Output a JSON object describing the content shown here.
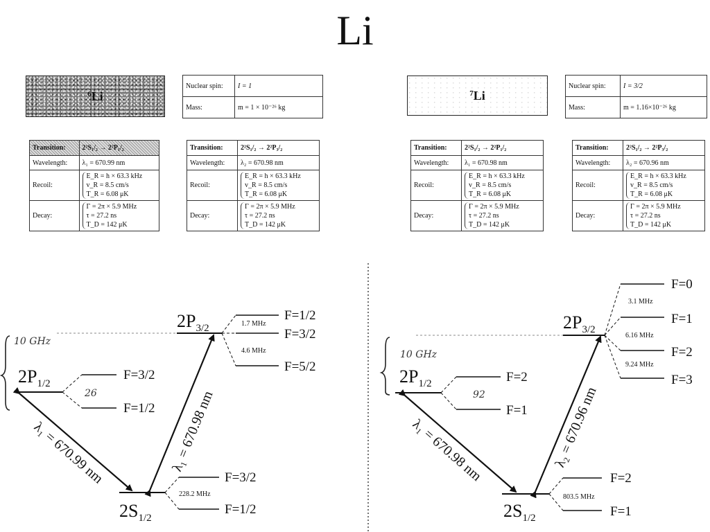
{
  "title": "Li",
  "isotopes": [
    {
      "label_mass": "6",
      "label_symbol": "Li",
      "nuclear_spin_label": "Nuclear spin:",
      "nuclear_spin_value": "I = 1",
      "mass_label": "Mass:",
      "mass_value": "m = 1 × 10⁻²⁶ kg",
      "transitions": [
        {
          "header_label": "Transition:",
          "header_value": "2²S₁/₂ → 2²P₁/₂",
          "wavelength_label": "Wavelength:",
          "wavelength_value": "λ₁ = 670.99 nm",
          "recoil_label": "Recoil:",
          "recoil_lines": [
            "E_R = h × 63.3 kHz",
            "v_R = 8.5 cm/s",
            "T_R = 6.08 μK"
          ],
          "decay_label": "Decay:",
          "decay_lines": [
            "Γ = 2π × 5.9 MHz",
            "τ = 27.2 ns",
            "T_D = 142 μK"
          ]
        },
        {
          "header_label": "Transition:",
          "header_value": "2²S₁/₂ → 2²P₃/₂",
          "wavelength_label": "Wavelength:",
          "wavelength_value": "λ₂ = 670.98 nm",
          "recoil_label": "Recoil:",
          "recoil_lines": [
            "E_R = h × 63.3 kHz",
            "v_R = 8.5 cm/s",
            "T_R = 6.08 μK"
          ],
          "decay_label": "Decay:",
          "decay_lines": [
            "Γ = 2π × 5.9 MHz",
            "τ = 27.2 ns",
            "T_D = 142 μK"
          ]
        }
      ],
      "diagram": {
        "p32_main": "2P",
        "p32_sub": "3/2",
        "p12_main": "2P",
        "p12_sub": "1/2",
        "s12_main": "2S",
        "s12_sub": "1/2",
        "p32_levels": [
          "F=1/2",
          "F=3/2",
          "F=5/2"
        ],
        "p32_splittings": [
          "1.7 MHz",
          "4.6 MHz"
        ],
        "p12_levels": [
          "F=3/2",
          "F=1/2"
        ],
        "p12_note": "26",
        "s12_levels": [
          "F=3/2",
          "F=1/2"
        ],
        "s12_splitting": "228.2 MHz",
        "handwritten_gap": "10 GHz",
        "wavelength_left": "λ₁ = 670.99 nm",
        "wavelength_right": "λ₁ = 670.98 nm"
      }
    },
    {
      "label_mass": "7",
      "label_symbol": "Li",
      "nuclear_spin_label": "Nuclear spin:",
      "nuclear_spin_value": "I = 3/2",
      "mass_label": "Mass:",
      "mass_value": "m = 1.16×10⁻²⁶ kg",
      "transitions": [
        {
          "header_label": "Transition:",
          "header_value": "2²S₁/₂ → 2²P₁/₂",
          "wavelength_label": "Wavelength:",
          "wavelength_value": "λ₁ = 670.98 nm",
          "recoil_label": "Recoil:",
          "recoil_lines": [
            "E_R = h × 63.3 kHz",
            "v_R = 8.5 cm/s",
            "T_R = 6.08 μK"
          ],
          "decay_label": "Decay:",
          "decay_lines": [
            "Γ = 2π × 5.9 MHz",
            "τ = 27.2 ns",
            "T_D = 142 μK"
          ]
        },
        {
          "header_label": "Transition:",
          "header_value": "2²S₁/₂ → 2²P₃/₂",
          "wavelength_label": "Wavelength:",
          "wavelength_value": "λ₂ = 670.96 nm",
          "recoil_label": "Recoil:",
          "recoil_lines": [
            "E_R = h × 63.3 kHz",
            "v_R = 8.5 cm/s",
            "T_R = 6.08 μK"
          ],
          "decay_label": "Decay:",
          "decay_lines": [
            "Γ = 2π × 5.9 MHz",
            "τ = 27.2 ns",
            "T_D = 142 μK"
          ]
        }
      ],
      "diagram": {
        "p32_main": "2P",
        "p32_sub": "3/2",
        "p12_main": "2P",
        "p12_sub": "1/2",
        "s12_main": "2S",
        "s12_sub": "1/2",
        "p32_levels": [
          "F=0",
          "F=1",
          "F=2",
          "F=3"
        ],
        "p32_splittings": [
          "3.1 MHz",
          "6.16 MHz",
          "9.24 MHz"
        ],
        "p12_levels": [
          "F=2",
          "F=1"
        ],
        "p12_note": "92",
        "s12_levels": [
          "F=2",
          "F=1"
        ],
        "s12_splitting": "803.5 MHz",
        "handwritten_gap": "10 GHz",
        "wavelength_left": "λ₁ = 670.98 nm",
        "wavelength_right": "λ₂ = 670.96 nm"
      }
    }
  ]
}
